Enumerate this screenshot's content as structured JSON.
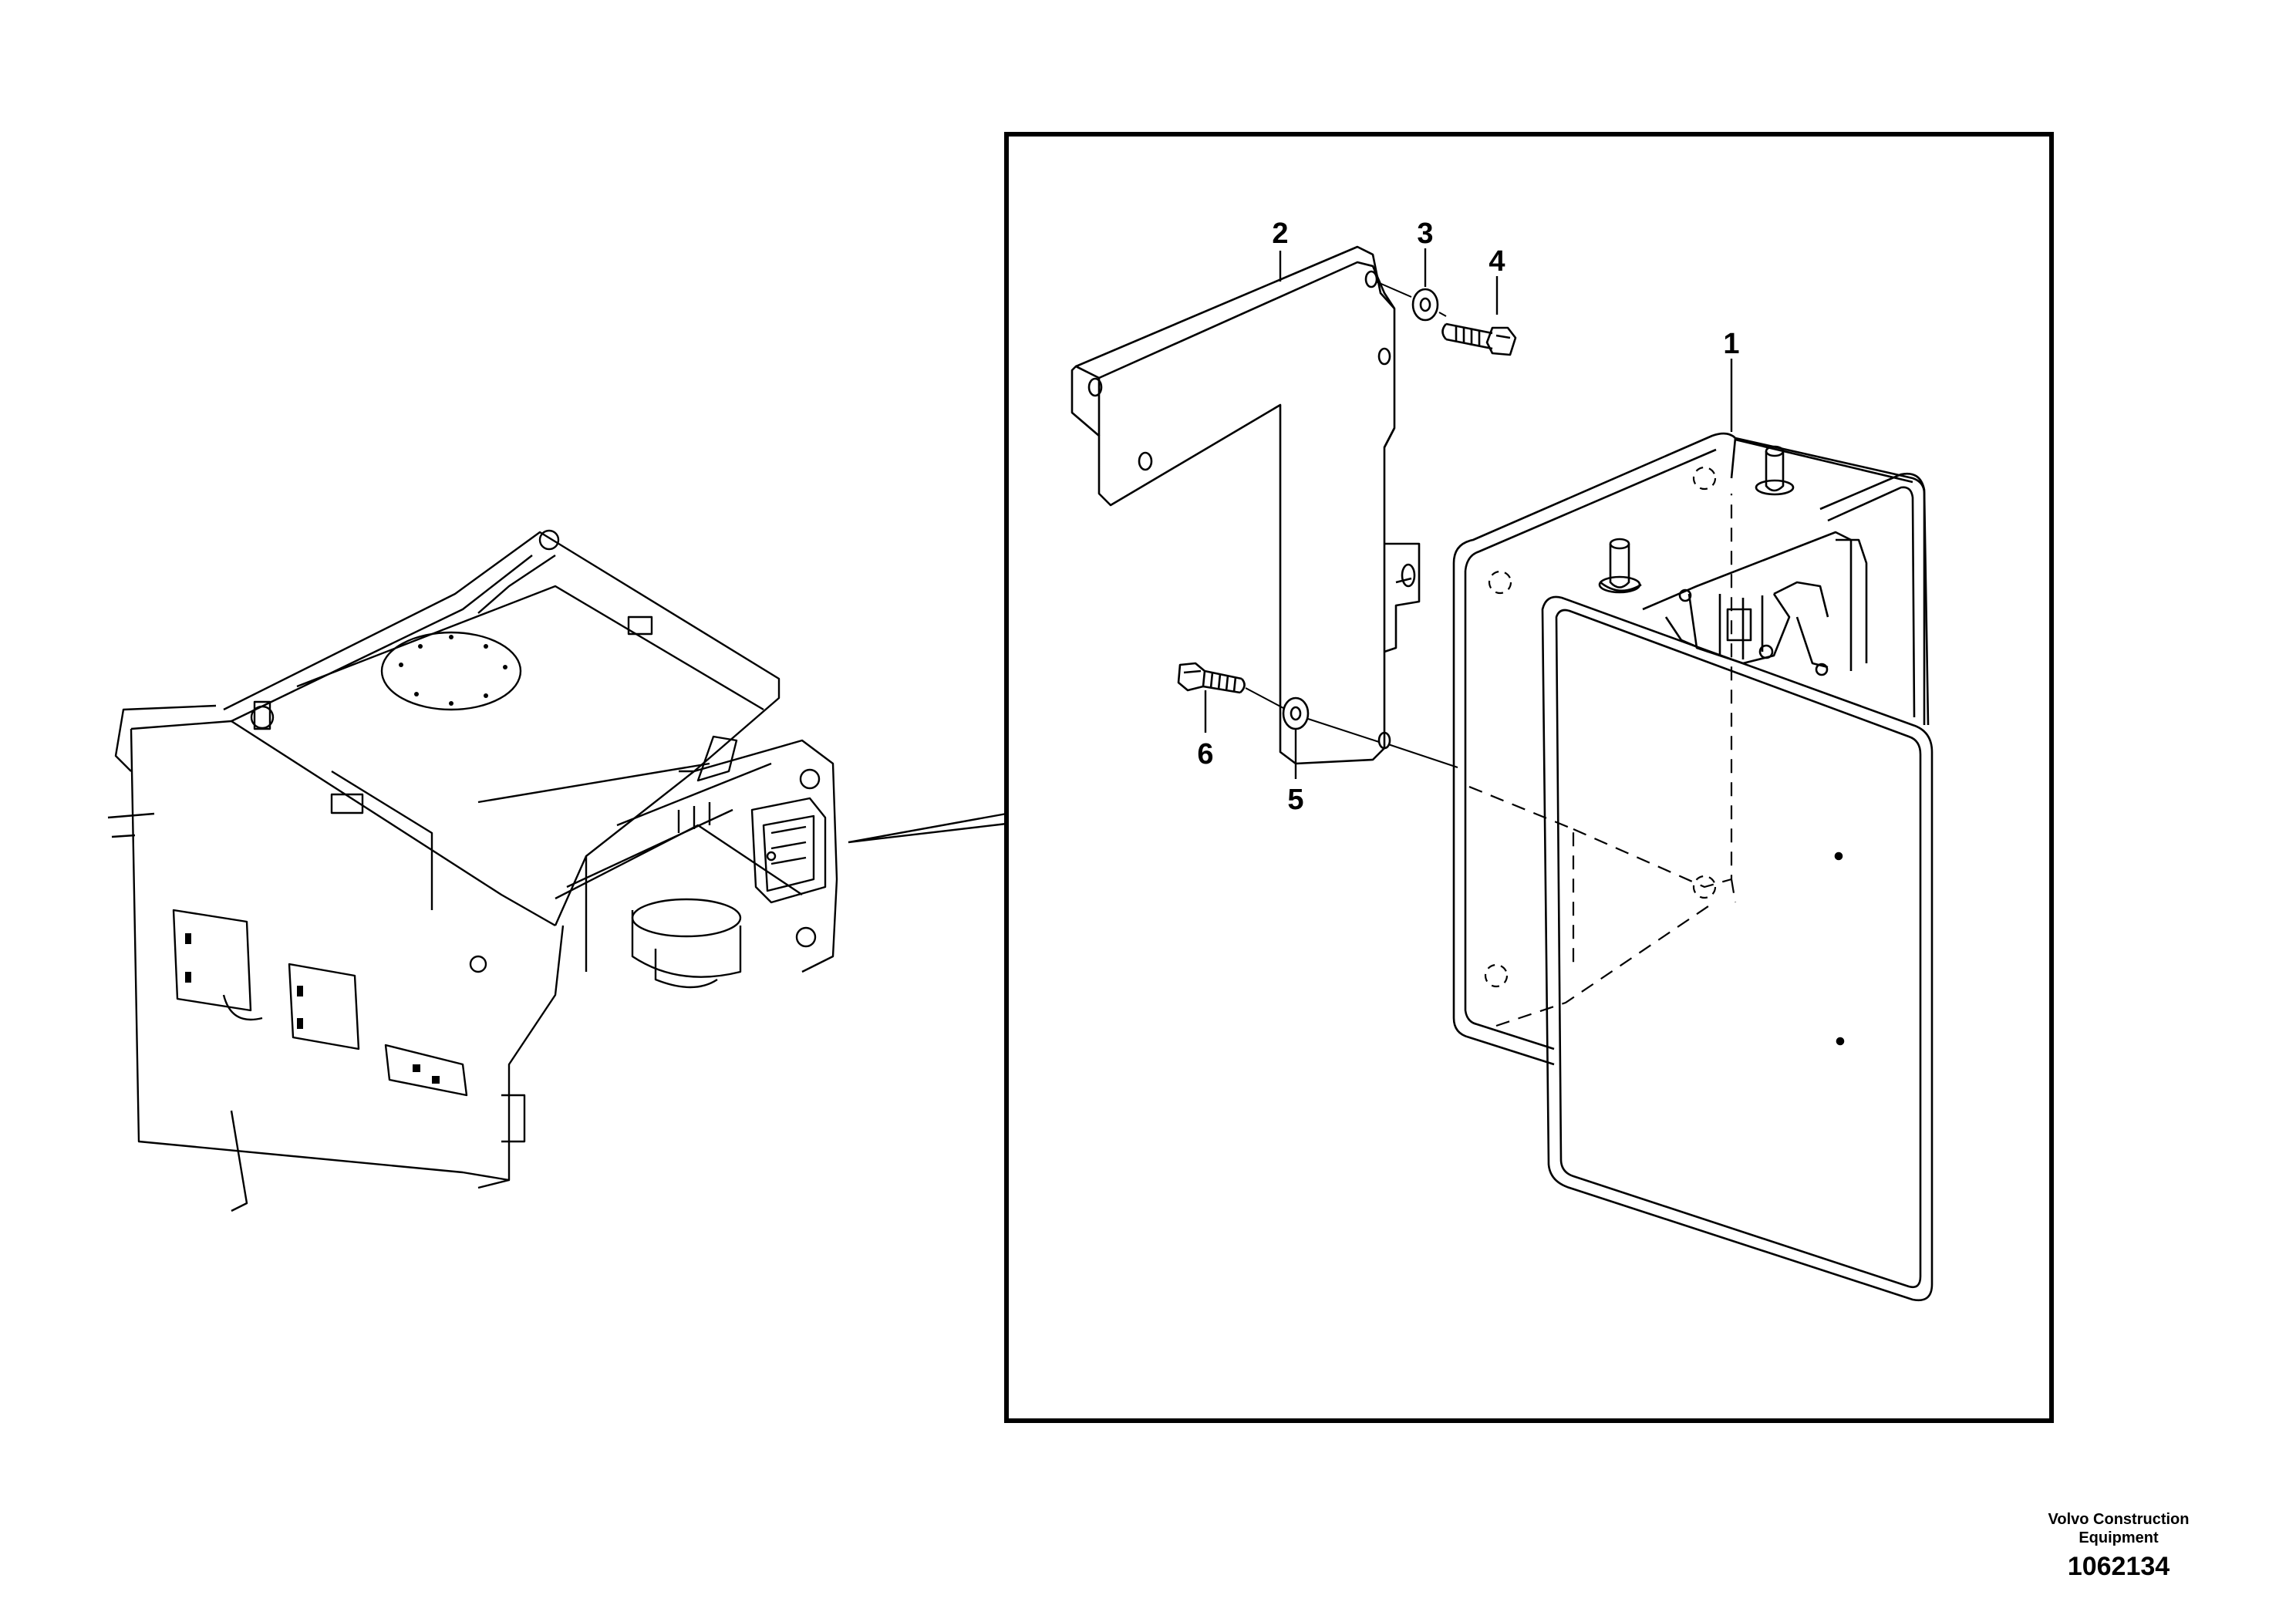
{
  "callouts": [
    {
      "id": "label-1",
      "text": "1"
    },
    {
      "id": "label-2",
      "text": "2"
    },
    {
      "id": "label-3",
      "text": "3"
    },
    {
      "id": "label-4",
      "text": "4"
    },
    {
      "id": "label-5",
      "text": "5"
    },
    {
      "id": "label-6",
      "text": "6"
    }
  ],
  "footer": {
    "company_line1": "Volvo Construction",
    "company_line2": "Equipment",
    "drawing_number": "1062134"
  }
}
